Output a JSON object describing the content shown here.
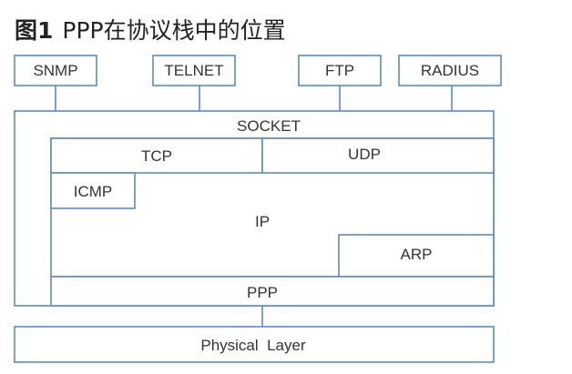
{
  "title": {
    "figure_label": "图1",
    "text": "PPP在协议栈中的位置"
  },
  "layers": {
    "snmp": "SNMP",
    "telnet": "TELNET",
    "ftp": "FTP",
    "radius": "RADIUS",
    "socket": "SOCKET",
    "tcp": "TCP",
    "udp": "UDP",
    "icmp": "ICMP",
    "ip": "IP",
    "arp": "ARP",
    "ppp": "PPP",
    "physical": "Physical  Layer"
  },
  "colors": {
    "border": "#5b8ac4",
    "text": "#333333"
  }
}
